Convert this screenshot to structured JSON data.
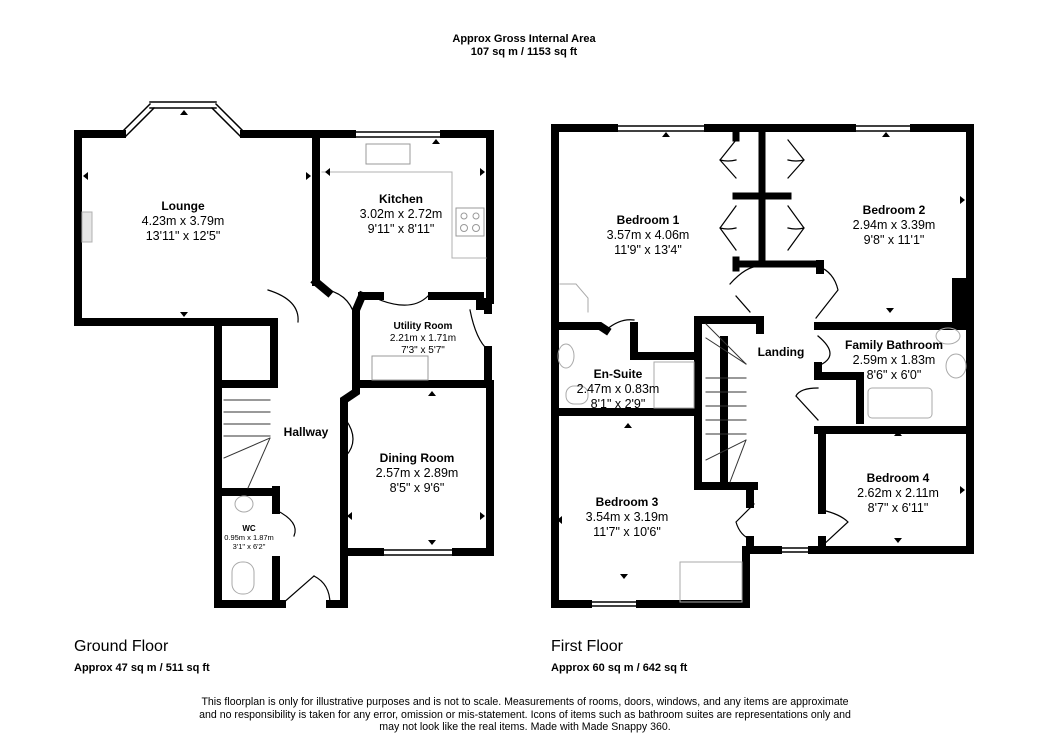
{
  "header": {
    "title": "Approx Gross Internal Area",
    "total_area": "107 sq m / 1153 sq ft"
  },
  "ground_floor": {
    "title": "Ground Floor",
    "area": "Approx 47 sq m / 511 sq ft",
    "rooms": [
      {
        "name": "Lounge",
        "metric": "4.23m x 3.79m",
        "imperial": "13'11\" x 12'5\""
      },
      {
        "name": "Kitchen",
        "metric": "3.02m x 2.72m",
        "imperial": "9'11\" x 8'11\""
      },
      {
        "name": "Utility Room",
        "metric": "2.21m x 1.71m",
        "imperial": "7'3\" x 5'7\""
      },
      {
        "name": "Hallway",
        "metric": "",
        "imperial": ""
      },
      {
        "name": "Dining Room",
        "metric": "2.57m x 2.89m",
        "imperial": "8'5\" x 9'6\""
      },
      {
        "name": "WC",
        "metric": "0.95m x 1.87m",
        "imperial": "3'1\" x 6'2\""
      }
    ]
  },
  "first_floor": {
    "title": "First Floor",
    "area": "Approx 60 sq m / 642 sq ft",
    "rooms": [
      {
        "name": "Bedroom 1",
        "metric": "3.57m x 4.06m",
        "imperial": "11'9\" x 13'4\""
      },
      {
        "name": "Bedroom 2",
        "metric": "2.94m x 3.39m",
        "imperial": "9'8\" x 11'1\""
      },
      {
        "name": "Landing",
        "metric": "",
        "imperial": ""
      },
      {
        "name": "Family Bathroom",
        "metric": "2.59m x 1.83m",
        "imperial": "8'6\" x 6'0\""
      },
      {
        "name": "En-Suite",
        "metric": "2.47m x 0.83m",
        "imperial": "8'1\" x 2'9\""
      },
      {
        "name": "Bedroom 3",
        "metric": "3.54m x 3.19m",
        "imperial": "11'7\" x 10'6\""
      },
      {
        "name": "Bedroom 4",
        "metric": "2.62m x 2.11m",
        "imperial": "8'7\" x 6'11\""
      }
    ]
  },
  "disclaimer": {
    "line1": "This floorplan is only for illustrative purposes and is not to scale. Measurements of rooms, doors, windows, and any items are approximate",
    "line2": "and no responsibility is taken for any error, omission or mis-statement. Icons of items such as bathroom suites are representations only and",
    "line3": "may not look like the real items. Made with Made Snappy 360."
  },
  "colors": {
    "wall": "#000000",
    "fixture": "#b0b0b0",
    "background": "#ffffff"
  }
}
